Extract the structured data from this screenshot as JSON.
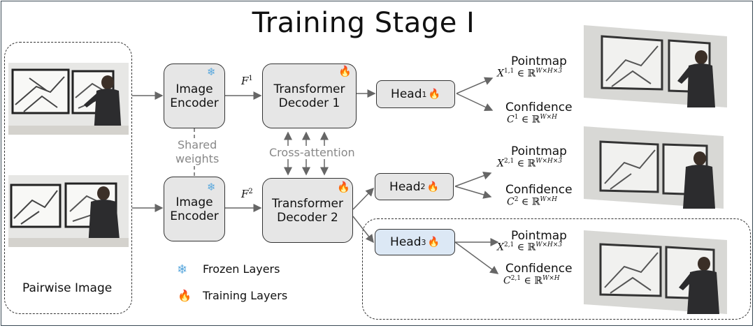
{
  "title": "Training Stage I",
  "pairwise_label": "Pairwise Image",
  "encoder_label_1": "Image",
  "encoder_label_2": "Encoder",
  "decoder1_line1": "Transformer",
  "decoder1_line2": "Decoder 1",
  "decoder2_line1": "Transformer",
  "decoder2_line2": "Decoder 2",
  "shared_line1": "Shared",
  "shared_line2": "weights",
  "cross_attention": "Cross-attention",
  "f1": "F",
  "f1_sup": "1",
  "f2": "F",
  "f2_sup": "2",
  "head_text": "Head",
  "head1_sub": "1",
  "head2_sub": "2",
  "head3_sub": "3",
  "pointmap": "Pointmap",
  "confidence": "Confidence",
  "eq_x11": "X",
  "eq_x11_sup": "1,1",
  "eq_x21": "X",
  "eq_x21_sup": "2,1",
  "eq_in": " ∈ ℝ",
  "eq_pm_sup": "W×H×3",
  "eq_c": "C",
  "eq_c1_sup": "1",
  "eq_c2_sup": "2",
  "eq_c21_sup": "2,1",
  "eq_conf_sup": "W×H",
  "legend_frozen": "Frozen Layers",
  "legend_training": "Training Layers",
  "icons": {
    "frozen": "snowflake-icon",
    "training": "flame-icon"
  },
  "glyphs": {
    "snow": "❄",
    "fire": "🔥"
  },
  "colors": {
    "box": "#e6e6e6",
    "head3": "#dce8f5",
    "snow": "#5aa8dd",
    "fire": "#e8661e",
    "arrow": "#666666"
  }
}
